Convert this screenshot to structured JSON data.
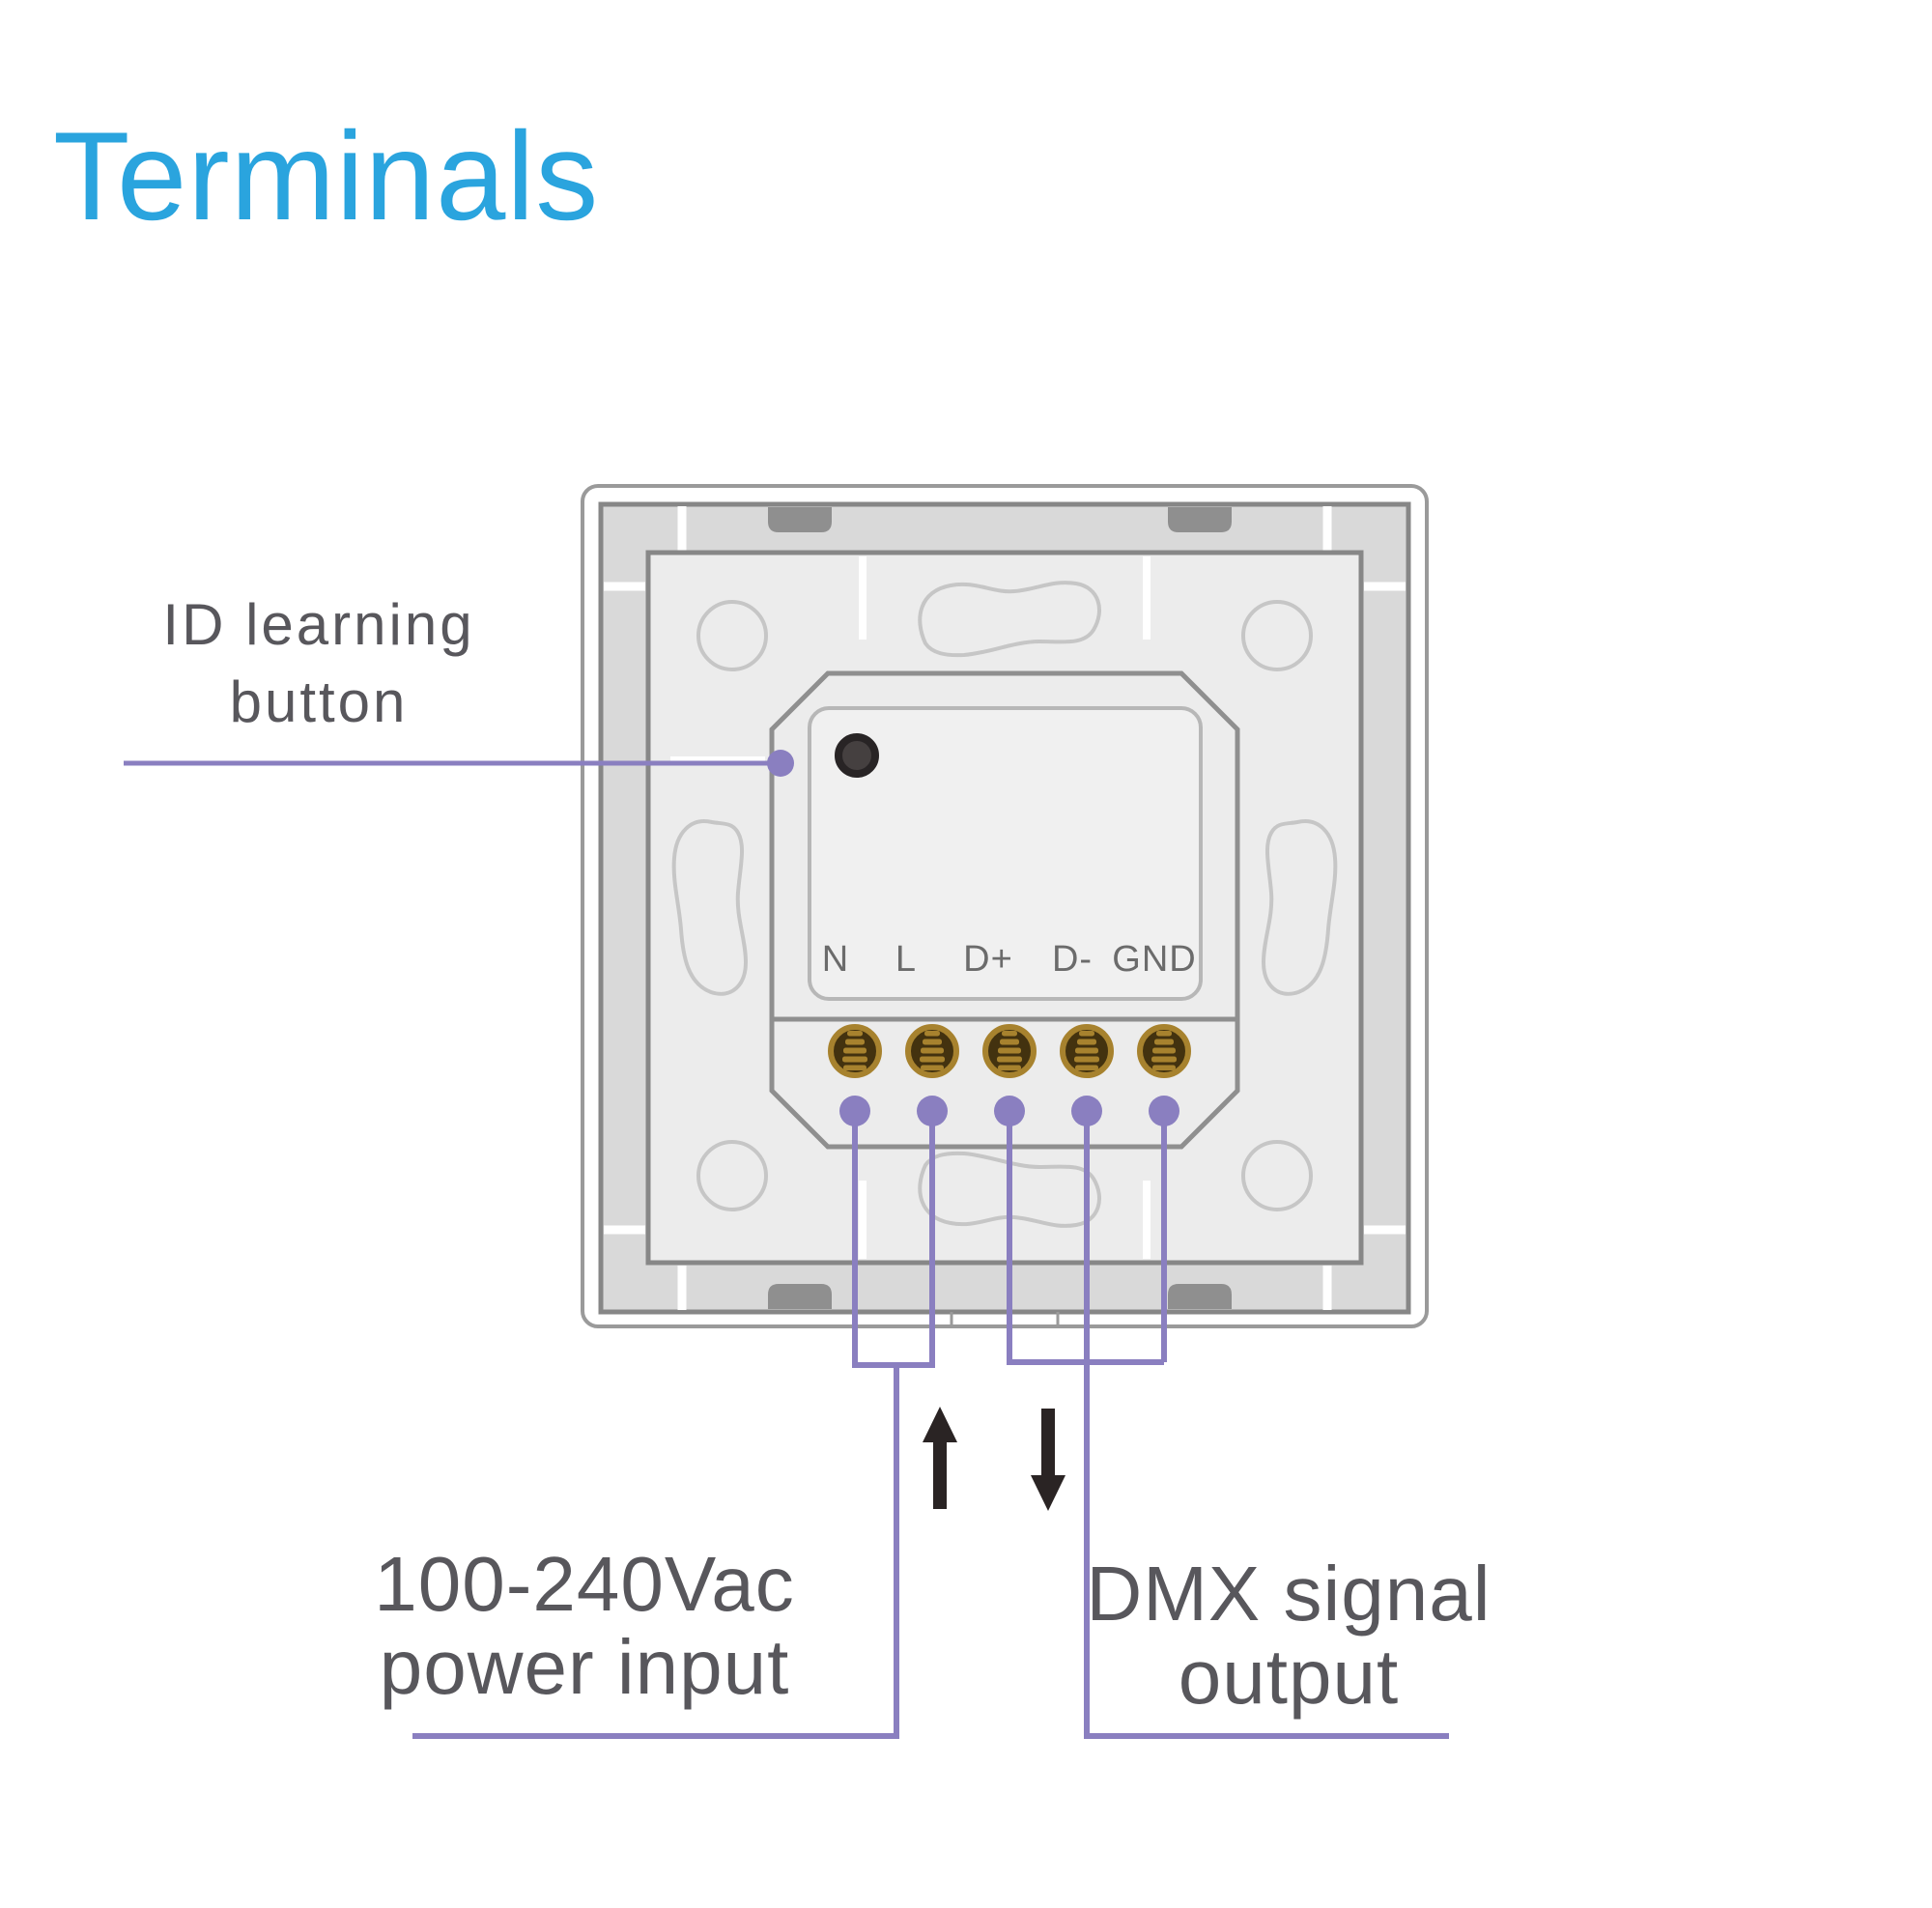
{
  "title": "Terminals",
  "colors": {
    "title_blue": "#2aa4de",
    "label_gray": "#58575c",
    "terminal_text_gray": "#6b6b6b",
    "wire_purple": "#8a7fc0",
    "screw_gold": "#a7822e",
    "screw_dark": "#43320f",
    "arrow_black": "#2a2424",
    "panel_fill_light": "#ececec",
    "mounting_plate_fill": "#d9d9d9",
    "panel_border_gray": "#8f8f8f"
  },
  "callouts": {
    "id_button": {
      "line1": "ID learning",
      "line2": "button"
    },
    "power_input": {
      "line1": "100-240Vac",
      "line2": "power input"
    },
    "dmx_output": {
      "line1": "DMX signal",
      "line2": "output"
    }
  },
  "terminals": [
    {
      "label": "N"
    },
    {
      "label": "L"
    },
    {
      "label": "D+"
    },
    {
      "label": "D-"
    },
    {
      "label": "GND"
    }
  ],
  "icons": {
    "id_button_icon": "round-push-button",
    "terminal_screw_icon": "slotted-brass-screw",
    "connection_point_icon": "purple-connection-dot",
    "up_arrow_icon": "power-flow-up-arrow",
    "down_arrow_icon": "signal-flow-down-arrow"
  }
}
